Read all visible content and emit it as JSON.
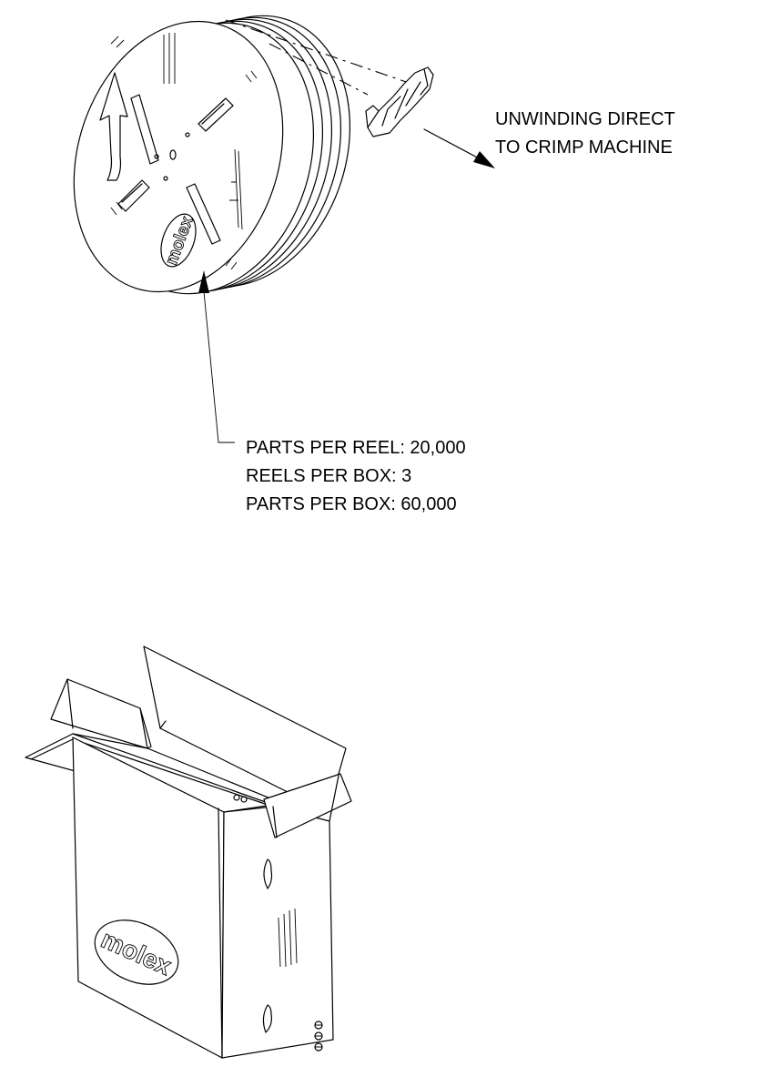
{
  "callouts": {
    "unwinding_line1": "UNWINDING DIRECT",
    "unwinding_line2": "TO CRIMP MACHINE",
    "parts_per_reel": "PARTS PER REEL: 20,000",
    "reels_per_box": "REELS PER BOX: 3",
    "parts_per_box": "PARTS PER BOX: 60,000"
  },
  "logos": {
    "reel_logo": "molex",
    "box_logo": "molex"
  }
}
